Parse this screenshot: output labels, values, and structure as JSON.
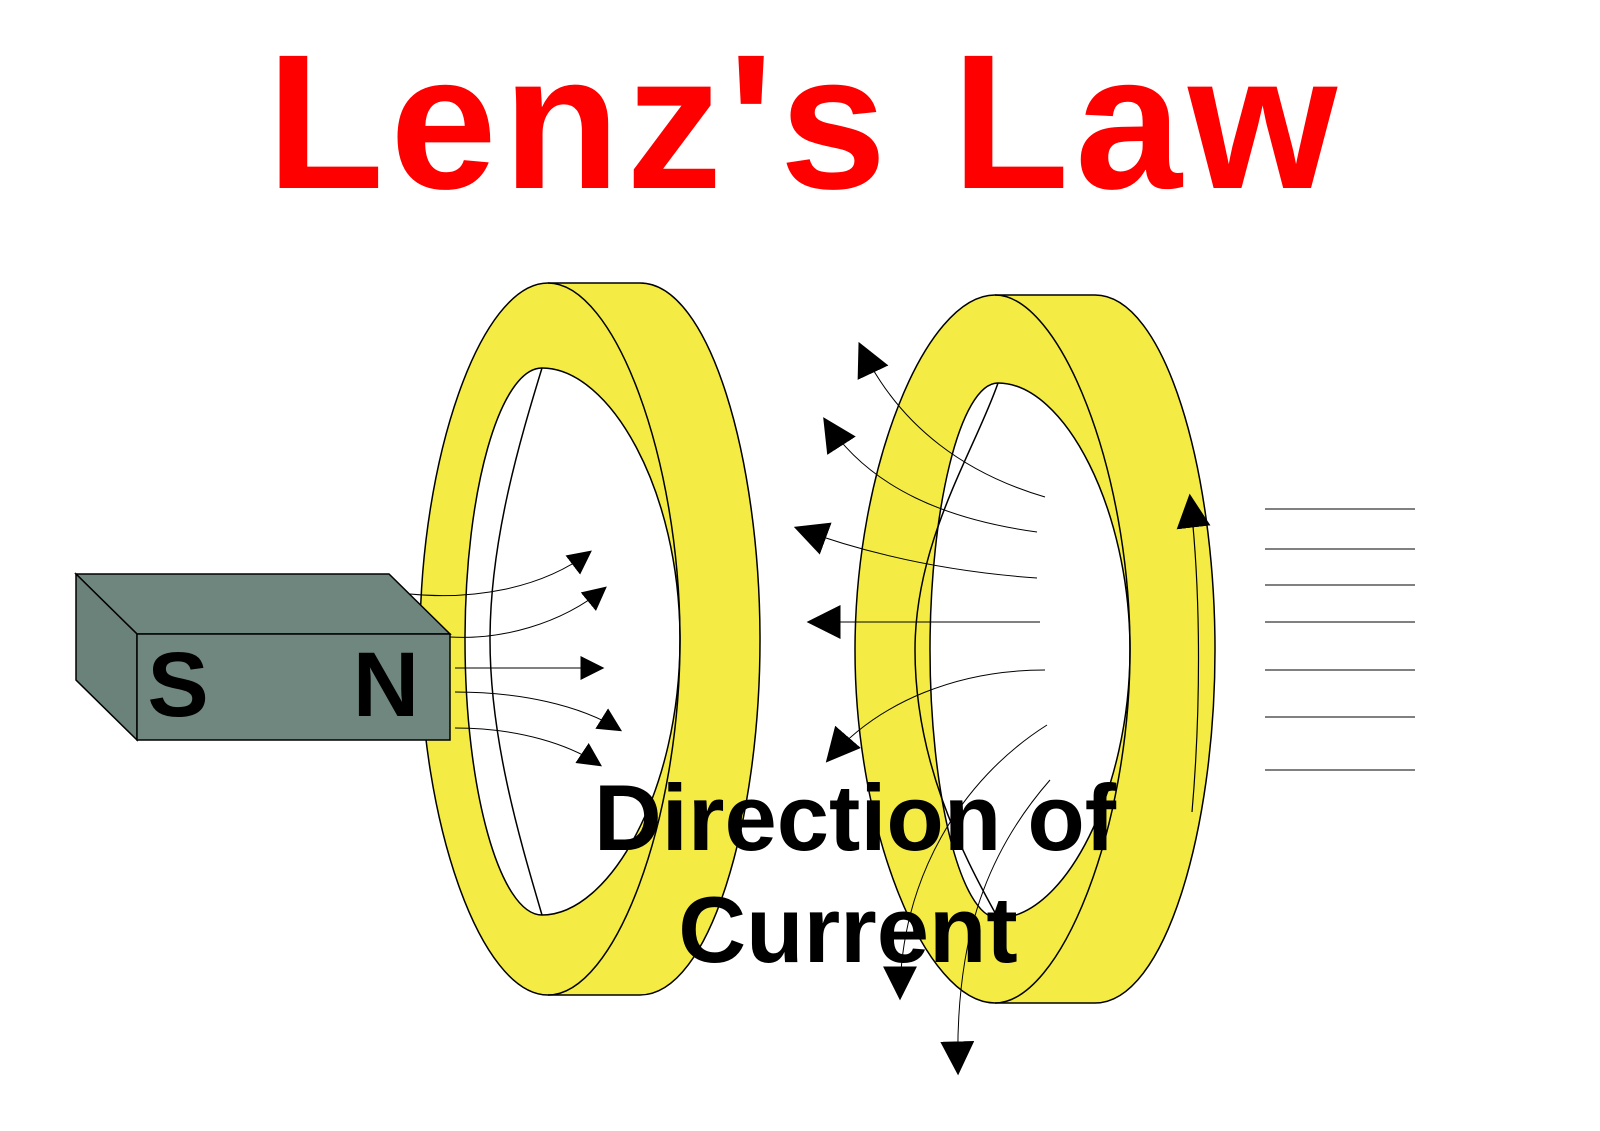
{
  "title": "Lenz's Law",
  "magnet": {
    "south_label": "S",
    "north_label": "N"
  },
  "caption": {
    "line1": "Direction of",
    "line2": "Current"
  },
  "colors": {
    "title": "#ff0000",
    "ring_fill": "#f4ec45",
    "magnet_front": "#708780",
    "magnet_top": "#6f867f",
    "magnet_side": "#6b827b",
    "line": "#000000",
    "text": "#000000"
  }
}
